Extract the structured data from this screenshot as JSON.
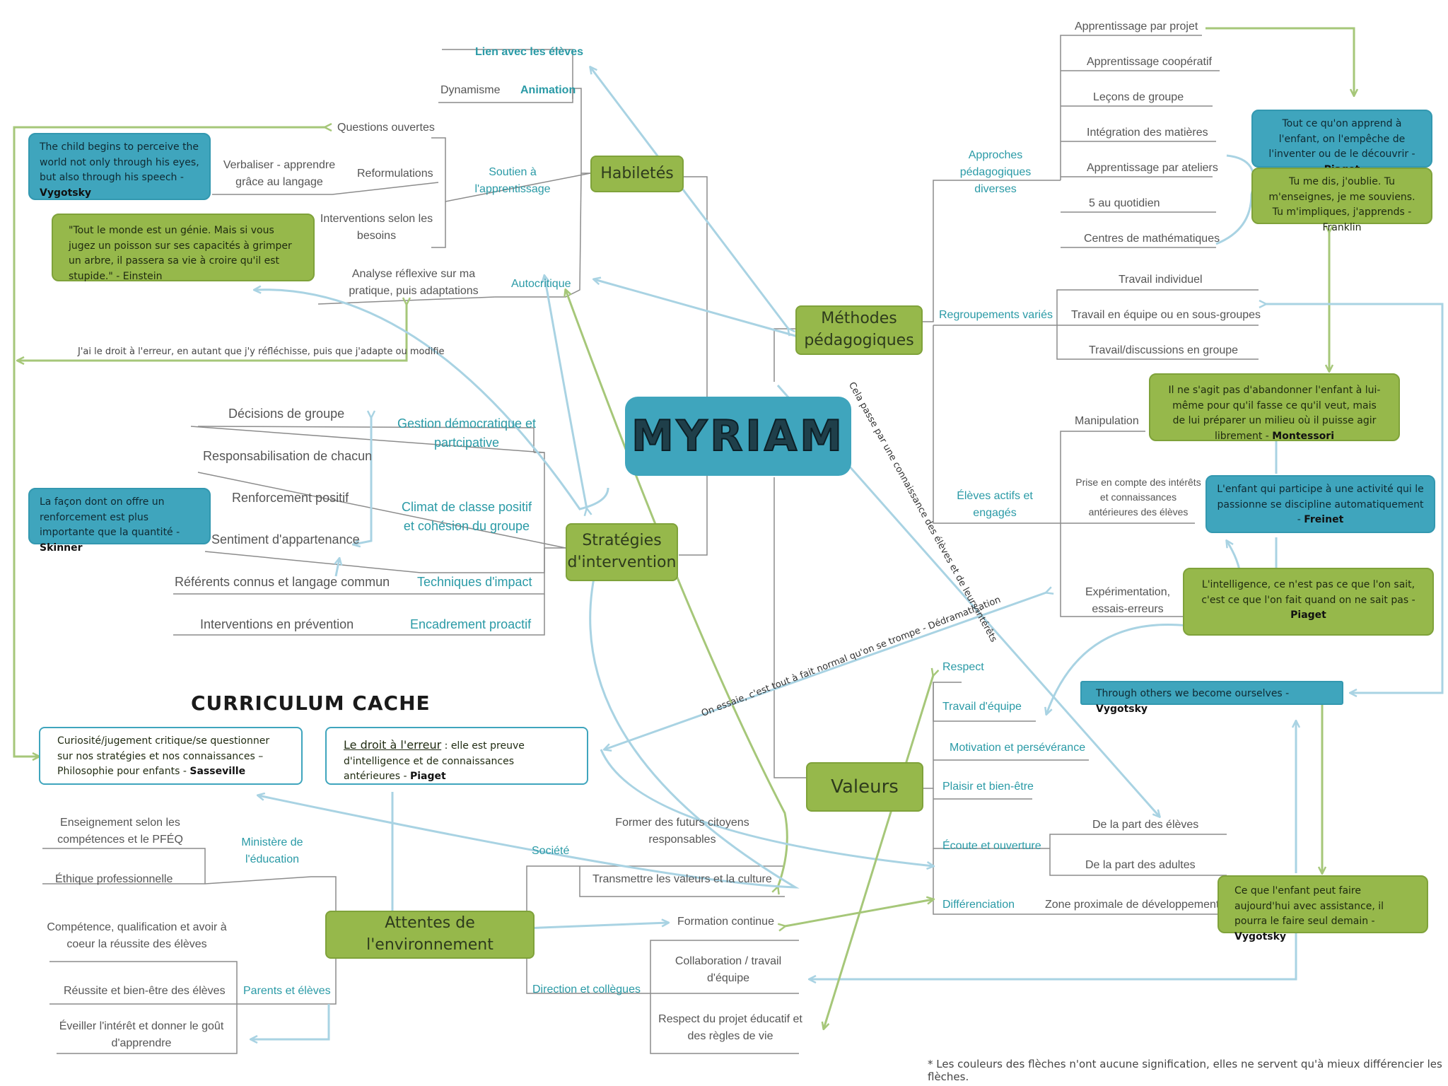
{
  "center": {
    "title": "MYRIAM"
  },
  "hidden_curriculum": {
    "title": "CURRICULUM CACHE"
  },
  "footnote": "* Les couleurs des flèches n'ont aucune signification, elles ne servent qu'à mieux différencier les flèches.",
  "main_nodes": {
    "habiletes": "Habiletés",
    "methodes": "Méthodes pédagogiques",
    "strategies": "Stratégies d'intervention",
    "valeurs": "Valeurs",
    "attentes": "Attentes de l'environnement"
  },
  "habiletes": {
    "lien": "Lien avec les élèves",
    "animation": "Animation",
    "dynamisme": "Dynamisme",
    "soutien": "Soutien à l'apprentissage",
    "questions": "Questions ouvertes",
    "reformulations": "Reformulations",
    "verbaliser": "Verbaliser - apprendre grâce au langage",
    "interventions": "Interventions selon les besoins",
    "autocritique": "Autocritique",
    "analyse": "Analyse réflexive sur ma pratique, puis adaptations"
  },
  "strategies": {
    "gestion": "Gestion démocratique et partcipative",
    "decisions": "Décisions de groupe",
    "responsabilisation": "Responsabilisation de chacun",
    "climat": "Climat de classe positif et cohésion du groupe",
    "renforcement": "Renforcement positif",
    "sentiment": "Sentiment d'appartenance",
    "techniques": "Techniques d'impact",
    "referents": "Référents connus et langage commun",
    "encadrement": "Encadrement proactif",
    "prevention": "Interventions en prévention"
  },
  "methodes": {
    "approches": "Approches pédagogiques diverses",
    "approches_items": [
      "Apprentissage par projet",
      "Apprentissage coopératif",
      "Leçons de groupe",
      "Intégration des matières",
      "Apprentissage par ateliers",
      "5 au quotidien",
      "Centres de mathématiques"
    ],
    "regroupements": "Regroupements variés",
    "regroupements_items": [
      "Travail individuel",
      "Travail en équipe ou en sous-groupes",
      "Travail/discussions en groupe"
    ],
    "eleves": "Élèves actifs et engagés",
    "eleves_items": [
      "Manipulation",
      "Prise en compte des intérêts et connaissances antérieures des élèves",
      "Expérimentation, essais-erreurs"
    ]
  },
  "valeurs": {
    "items": [
      "Respect",
      "Travail d'équipe",
      "Motivation et persévérance",
      "Plaisir et bien-être",
      "Écoute et ouverture",
      "Différenciation"
    ],
    "ecoute_items": [
      "De la part des élèves",
      "De la part des adultes"
    ],
    "zone": "Zone proximale de développement"
  },
  "attentes": {
    "ministere": "Ministère de l'éducation",
    "ministere_items": [
      "Enseignement selon les compétences et le PFÉQ",
      "Éthique professionnelle"
    ],
    "parents": "Parents et élèves",
    "parents_items": [
      "Compétence, qualification et avoir à coeur la réussite des élèves",
      "Réussite et bien-être des élèves",
      "Éveiller l'intérêt et donner le goût d'apprendre"
    ],
    "societe": "Société",
    "societe_items": [
      "Former des futurs citoyens responsables",
      "Transmettre les valeurs et la culture"
    ],
    "direction": "Direction et collègues",
    "direction_items": [
      "Formation continue",
      "Collaboration / travail d'équipe",
      "Respect du projet éducatif et des règles de vie"
    ]
  },
  "quotes": {
    "vygotsky1": {
      "text": "The child begins to perceive the world not only through his eyes, but also through his speech -",
      "author": "Vygotsky"
    },
    "einstein": {
      "text": "\"Tout le monde est un génie. Mais si vous jugez un poisson sur ses capacités à grimper un arbre, il passera sa vie à croire qu'il est stupide.\" - Einstein",
      "author": ""
    },
    "skinner": {
      "text": "La façon dont on offre un renforcement est plus importante que la quantité -",
      "author": "Skinner"
    },
    "piaget1": {
      "text": "Tout ce qu'on apprend à l'enfant, on l'empêche de l'inventer ou de le découvrir -",
      "author": "Piaget"
    },
    "franklin": {
      "text": "Tu me dis, j'oublie. Tu m'enseignes, je me souviens. Tu m'impliques, j'apprends - Franklin",
      "author": ""
    },
    "montessori": {
      "text": "Il ne s'agit pas d'abandonner l'enfant à lui-même pour qu'il fasse ce qu'il veut, mais de lui préparer un milieu où il puisse agir librement -",
      "author": "Montessori"
    },
    "freinet": {
      "text": "L'enfant qui participe à une activité qui le passionne se discipline automatiquement -",
      "author": "Freinet"
    },
    "piaget2": {
      "text": "L'intelligence, ce n'est pas ce que l'on sait, c'est ce que l'on fait quand on ne sait pas -",
      "author": "Piaget"
    },
    "vygotsky2": {
      "text": "Through others we become ourselves -",
      "author": "Vygotsky"
    },
    "vygotsky3": {
      "text": "Ce que l'enfant peut faire aujourd'hui avec assistance, il pourra le faire seul demain -",
      "author": "Vygotsky"
    },
    "sasseville": {
      "text": "Curiosité/jugement critique/se questionner sur nos stratégies et nos connaissances – Philosophie pour enfants -",
      "author": "Sasseville"
    },
    "piaget3": {
      "prefix": "Le droit à l'erreur",
      "text": " : elle est preuve d'intelligence et de connaissances antérieures -",
      "author": "Piaget"
    }
  },
  "annotations": {
    "droit_erreur": "J'ai le droit à l'erreur, en autant que j'y réfléchisse, puis que j'adapte ou modifie",
    "essai": "On essaie, c'est tout à fait normal qu'on se trompe - Dédramatisation",
    "connaissance": "Cela passe par une connaissance des élèves et de leurs intérêts"
  },
  "colors": {
    "green": "#96b84b",
    "blue": "#3fa5bd",
    "teal_text": "#2a9aa6",
    "line": "#8c8c8c",
    "arrow_green": "#a6c779",
    "arrow_blue": "#a9d3e3"
  }
}
